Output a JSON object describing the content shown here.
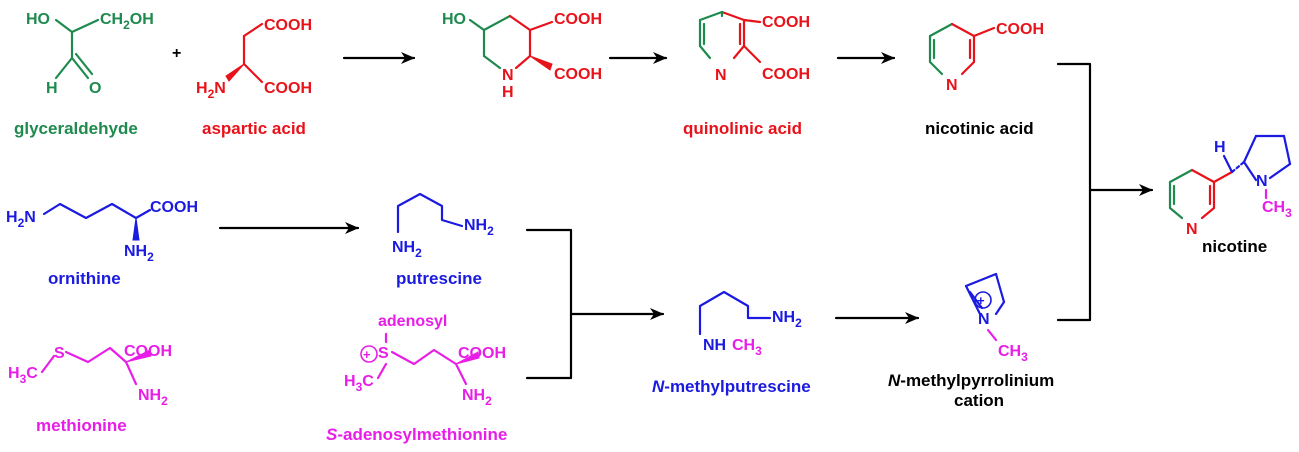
{
  "compounds": {
    "glyceraldehyde": "glyceraldehyde",
    "aspartic_acid": "aspartic acid",
    "quinolinic_acid": "quinolinic acid",
    "nicotinic_acid": "nicotinic acid",
    "nicotine": "nicotine",
    "ornithine": "ornithine",
    "putrescine": "putrescine",
    "methionine": "methionine",
    "sam_prefix": "S",
    "sam_rest": "-adenosylmethionine",
    "nmp_prefix": "N",
    "nmp_rest": "-methylputrescine",
    "nmpc_prefix": "N",
    "nmpc_rest": "-methylpyrrolinium",
    "nmpc_line2": "cation"
  },
  "atoms": {
    "ho": "HO",
    "ch2oh": "CH",
    "ch2oh_sub": "2",
    "oh_tail": "OH",
    "h": "H",
    "o": "O",
    "plus": "+",
    "cooh": "COOH",
    "h2n": "H",
    "h2n_sub": "2",
    "n": "N",
    "nh2": "NH",
    "nh2_sub": "2",
    "h2n_full": "H",
    "s": "S",
    "h3c": "H",
    "h3c_sub": "3",
    "c": "C",
    "adenosyl": "adenosyl",
    "nhch3": "NH",
    "ch3": "CH",
    "ch3_sub": "3",
    "plus_charge": "+",
    "h_atom": "H",
    "nh_n": "N",
    "nh_h": "H"
  },
  "colors": {
    "glyceraldehyde": "#1e8a4e",
    "aspartate": "#e8121a",
    "ornithine_derived": "#1a1ae0",
    "methyl_group": "#e81ee8",
    "text_default": "#000000"
  }
}
